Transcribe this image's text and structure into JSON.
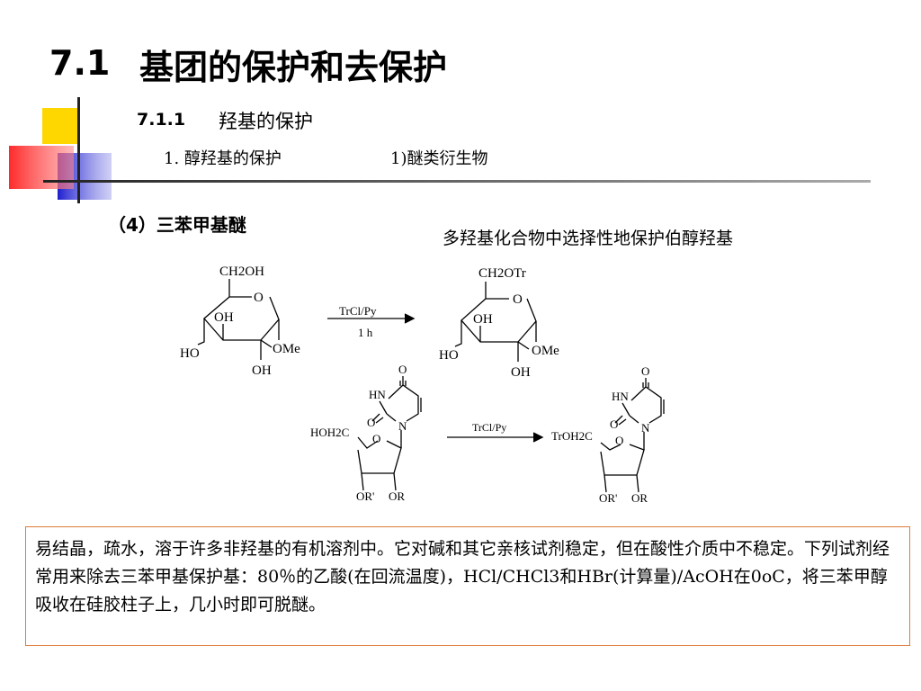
{
  "title": {
    "number": "7.1",
    "text": "基团的保护和去保护"
  },
  "subtitle": {
    "number": "7.1.1",
    "text": "羟基的保护"
  },
  "items": {
    "item1": "1. 醇羟基的保护",
    "item2": "1)醚类衍生物"
  },
  "section": "（4）三苯甲基醚",
  "description": "多羟基化合物中选择性地保护伯醇羟基",
  "scheme1": {
    "start_top": "CH2OH",
    "product_top": "CH2OTr",
    "ring_o": "O",
    "oh": "OH",
    "ho": "HO",
    "ome": "OMe",
    "oh_bottom": "OH",
    "reagent": "TrCl/Py",
    "time": "1 h"
  },
  "scheme2": {
    "o_top": "O",
    "hn": "HN",
    "o_left": "O",
    "n": "N",
    "ring_o": "O",
    "start_ch2": "HOH2C",
    "product_ch2": "TrOH2C",
    "or_prime": "OR'",
    "or": "OR",
    "reagent": "TrCl/Py"
  },
  "note": "易结晶，疏水，溶于许多非羟基的有机溶剂中。它对碱和其它亲核试剂稳定，但在酸性介质中不稳定。下列试剂经常用来除去三苯甲基保护基：80％的乙酸(在回流温度)，HCl/CHCl3和HBr(计算量)/AcOH在0oC，将三苯甲醇吸收在硅胶柱子上，几小时即可脱醚。",
  "colors": {
    "yellow": "#ffd700",
    "blue": "#2b2bd6",
    "red": "#ff3b3b",
    "border": "#e07b3a"
  }
}
